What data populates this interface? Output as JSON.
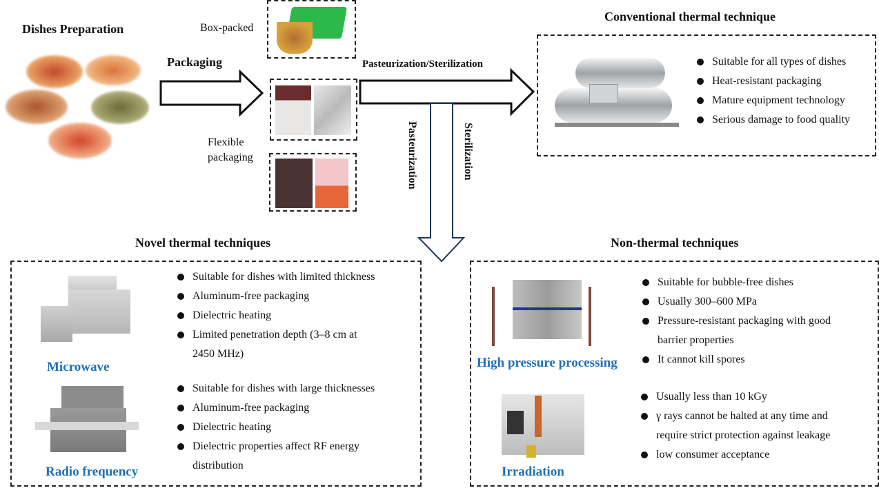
{
  "dishes": {
    "title": "Dishes Preparation"
  },
  "packaging": {
    "arrow_label": "Packaging",
    "box_packed_label": "Box-packed",
    "flexible_label_line1": "Flexible",
    "flexible_label_line2": "packaging"
  },
  "process": {
    "main_arrow_label": "Pasteurization/Sterilization",
    "down_left_label": "Pasteurization",
    "down_right_label": "Sterilization"
  },
  "conventional": {
    "title": "Conventional thermal technique",
    "bullets": [
      "Suitable for all types of dishes",
      "Heat-resistant packaging",
      "Mature equipment technology",
      "Serious damage to food quality"
    ]
  },
  "novel": {
    "title": "Novel thermal techniques",
    "microwave": {
      "name": "Microwave",
      "bullets": [
        "Suitable for dishes with limited thickness",
        "Aluminum-free packaging",
        "Dielectric heating",
        "Limited penetration depth (3–8 cm at",
        "2450 MHz)"
      ]
    },
    "radio_frequency": {
      "name": "Radio frequency",
      "bullets": [
        "Suitable for dishes with large thicknesses",
        "Aluminum-free packaging",
        "Dielectric heating",
        "Dielectric properties affect RF energy",
        "distribution"
      ]
    }
  },
  "non_thermal": {
    "title": "Non-thermal techniques",
    "hpp": {
      "name": "High pressure processing",
      "bullets": [
        "Suitable for bubble-free dishes",
        "Usually 300–600 MPa",
        "Pressure-resistant packaging with good",
        "barrier properties",
        "It cannot kill spores"
      ]
    },
    "irradiation": {
      "name": "Irradiation",
      "bullets": [
        "Usually less than 10 kGy",
        "γ rays cannot be halted at any time and",
        "require strict protection against leakage",
        "low consumer acceptance"
      ]
    }
  },
  "colors": {
    "accent_blue": "#1f6fb5",
    "down_arrow": "#1d3557"
  }
}
